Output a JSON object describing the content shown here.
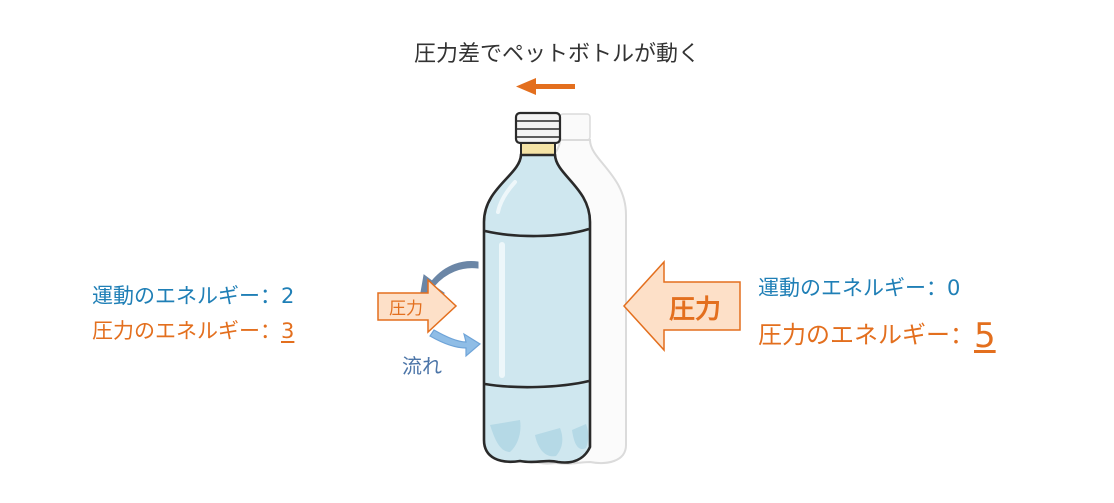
{
  "title": "圧力差でペットボトルが動く",
  "left": {
    "kinetic_label": "運動のエネルギー：",
    "kinetic_value": "2",
    "pressure_label": "圧力のエネルギー：",
    "pressure_value": "3",
    "arrow_label": "圧力",
    "flow_label": "流れ"
  },
  "right": {
    "kinetic_label": "運動のエネルギー：",
    "kinetic_value": "0",
    "pressure_label": "圧力のエネルギー：",
    "pressure_value": "5",
    "arrow_label": "圧力"
  },
  "colors": {
    "orange": "#e36f1e",
    "blue_text": "#1f7fb6",
    "bottle_fill": "#cfe7ef",
    "arrow_fill": "#fde0c8"
  }
}
